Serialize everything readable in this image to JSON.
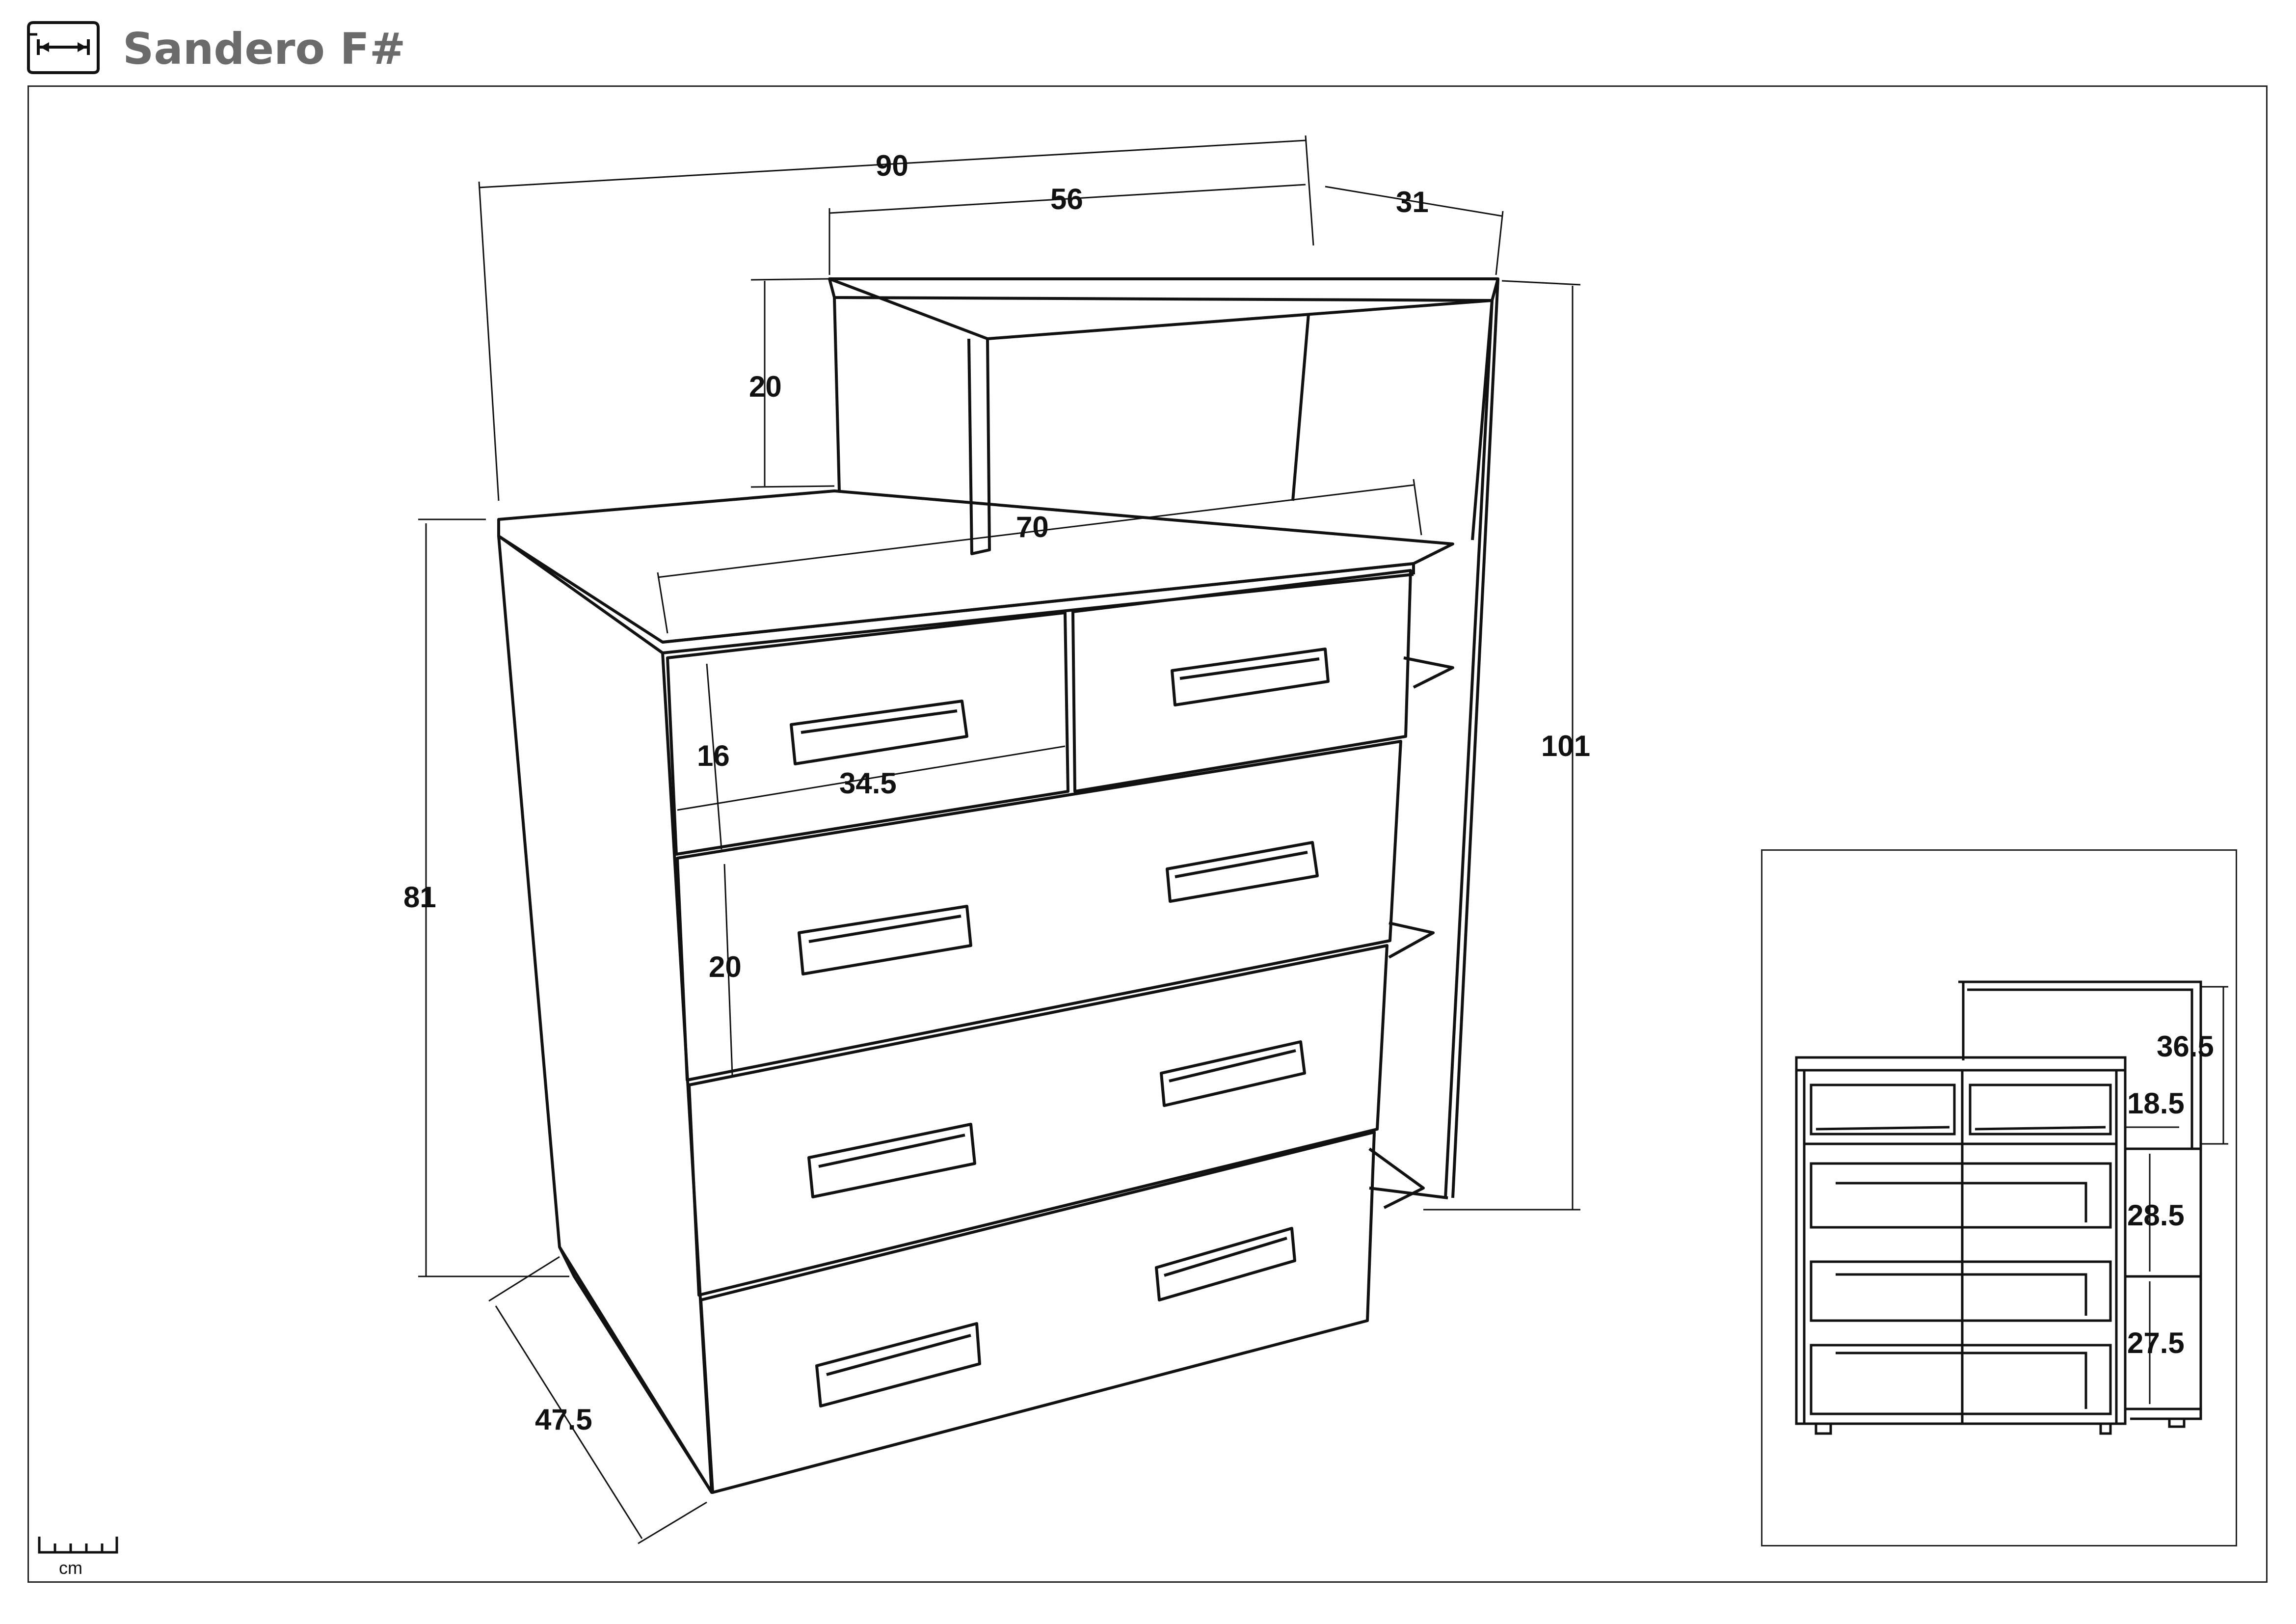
{
  "header": {
    "title": "Sandero F#",
    "icon": "width-dimension-icon"
  },
  "main_view": {
    "dimensions": {
      "total_width": "90",
      "top_shelf_width": "56",
      "top_shelf_depth": "31",
      "top_shelf_height": "20",
      "top_surface_width": "70",
      "total_height": "101",
      "body_height": "81",
      "depth": "47.5",
      "small_drawer_height": "16",
      "small_drawer_width": "34.5",
      "large_drawer_height": "20"
    }
  },
  "inset_view": {
    "dimensions": {
      "top_compartment_height": "36.5",
      "small_shelf_height": "18.5",
      "middle_shelf_height": "28.5",
      "bottom_shelf_height": "27.5"
    }
  },
  "scale": {
    "unit": "cm",
    "icon": "ruler-icon"
  },
  "colors": {
    "line": "#111111",
    "title": "#6b6b6b",
    "background": "#ffffff"
  }
}
